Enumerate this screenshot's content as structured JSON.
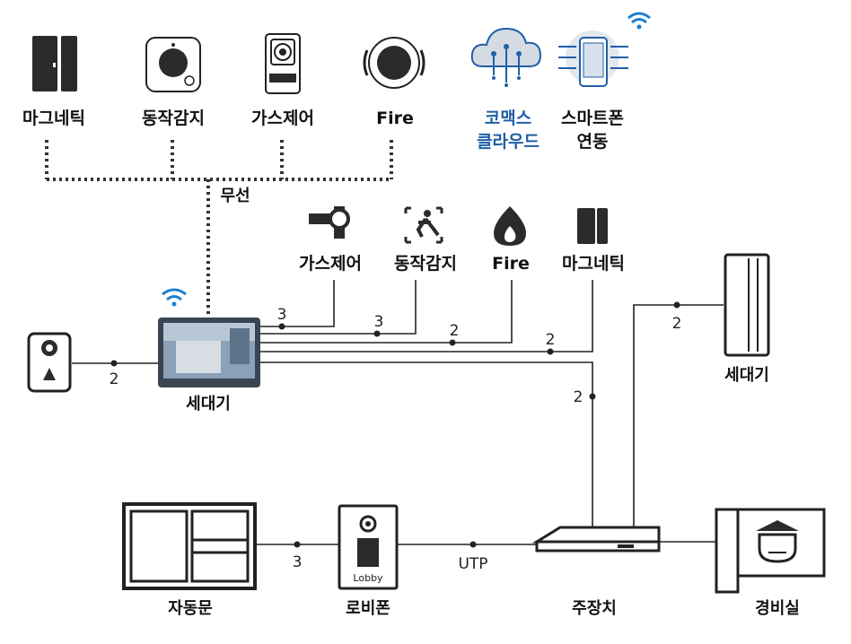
{
  "wireless_devices": {
    "magnetic": "마그네틱",
    "motion": "동작감지",
    "gas": "가스제어",
    "fire": "Fire"
  },
  "cloud": {
    "line1": "코맥스",
    "line2": "클라우드"
  },
  "smartphone": {
    "line1": "스마트폰",
    "line2": "연동"
  },
  "wireless_label": "무선",
  "wired_devices": {
    "gas": "가스제어",
    "motion": "동작감지",
    "fire": "Fire",
    "magnetic": "마그네틱"
  },
  "wire_counts": {
    "gas": "3",
    "motion": "3",
    "fire": "2",
    "magnetic": "2",
    "mainunit": "2",
    "doorcam": "2",
    "remote_unit": "2",
    "autodoor": "3",
    "lobby_link": "UTP"
  },
  "labels": {
    "home_unit": "세대기",
    "remote_unit": "세대기",
    "auto_door": "자동문",
    "lobby_phone": "로비폰",
    "main_unit": "주장치",
    "guard_room": "경비실",
    "lobby_text": "Lobby"
  },
  "colors": {
    "accent_blue": "#1f5fa8",
    "wifi_blue": "#1a7fd1",
    "line": "#222222"
  }
}
